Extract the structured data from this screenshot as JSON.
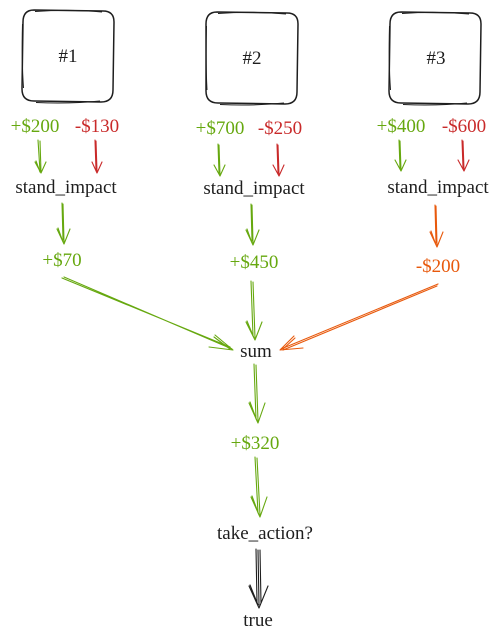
{
  "options": [
    {
      "id": "#1",
      "gain": "+$200",
      "loss": "-$130",
      "impact_label": "stand_impact",
      "result": "+$70"
    },
    {
      "id": "#2",
      "gain": "+$700",
      "loss": "-$250",
      "impact_label": "stand_impact",
      "result": "+$450"
    },
    {
      "id": "#3",
      "gain": "+$400",
      "loss": "-$600",
      "impact_label": "stand_impact",
      "result": "-$200"
    }
  ],
  "sum_label": "sum",
  "total": "+$320",
  "decision_label": "take_action?",
  "outcome": "true",
  "colors": {
    "positive": "#66a80f",
    "negative": "#c92a2a",
    "negative_result": "#e8590c",
    "ink": "#1e1e1e"
  }
}
